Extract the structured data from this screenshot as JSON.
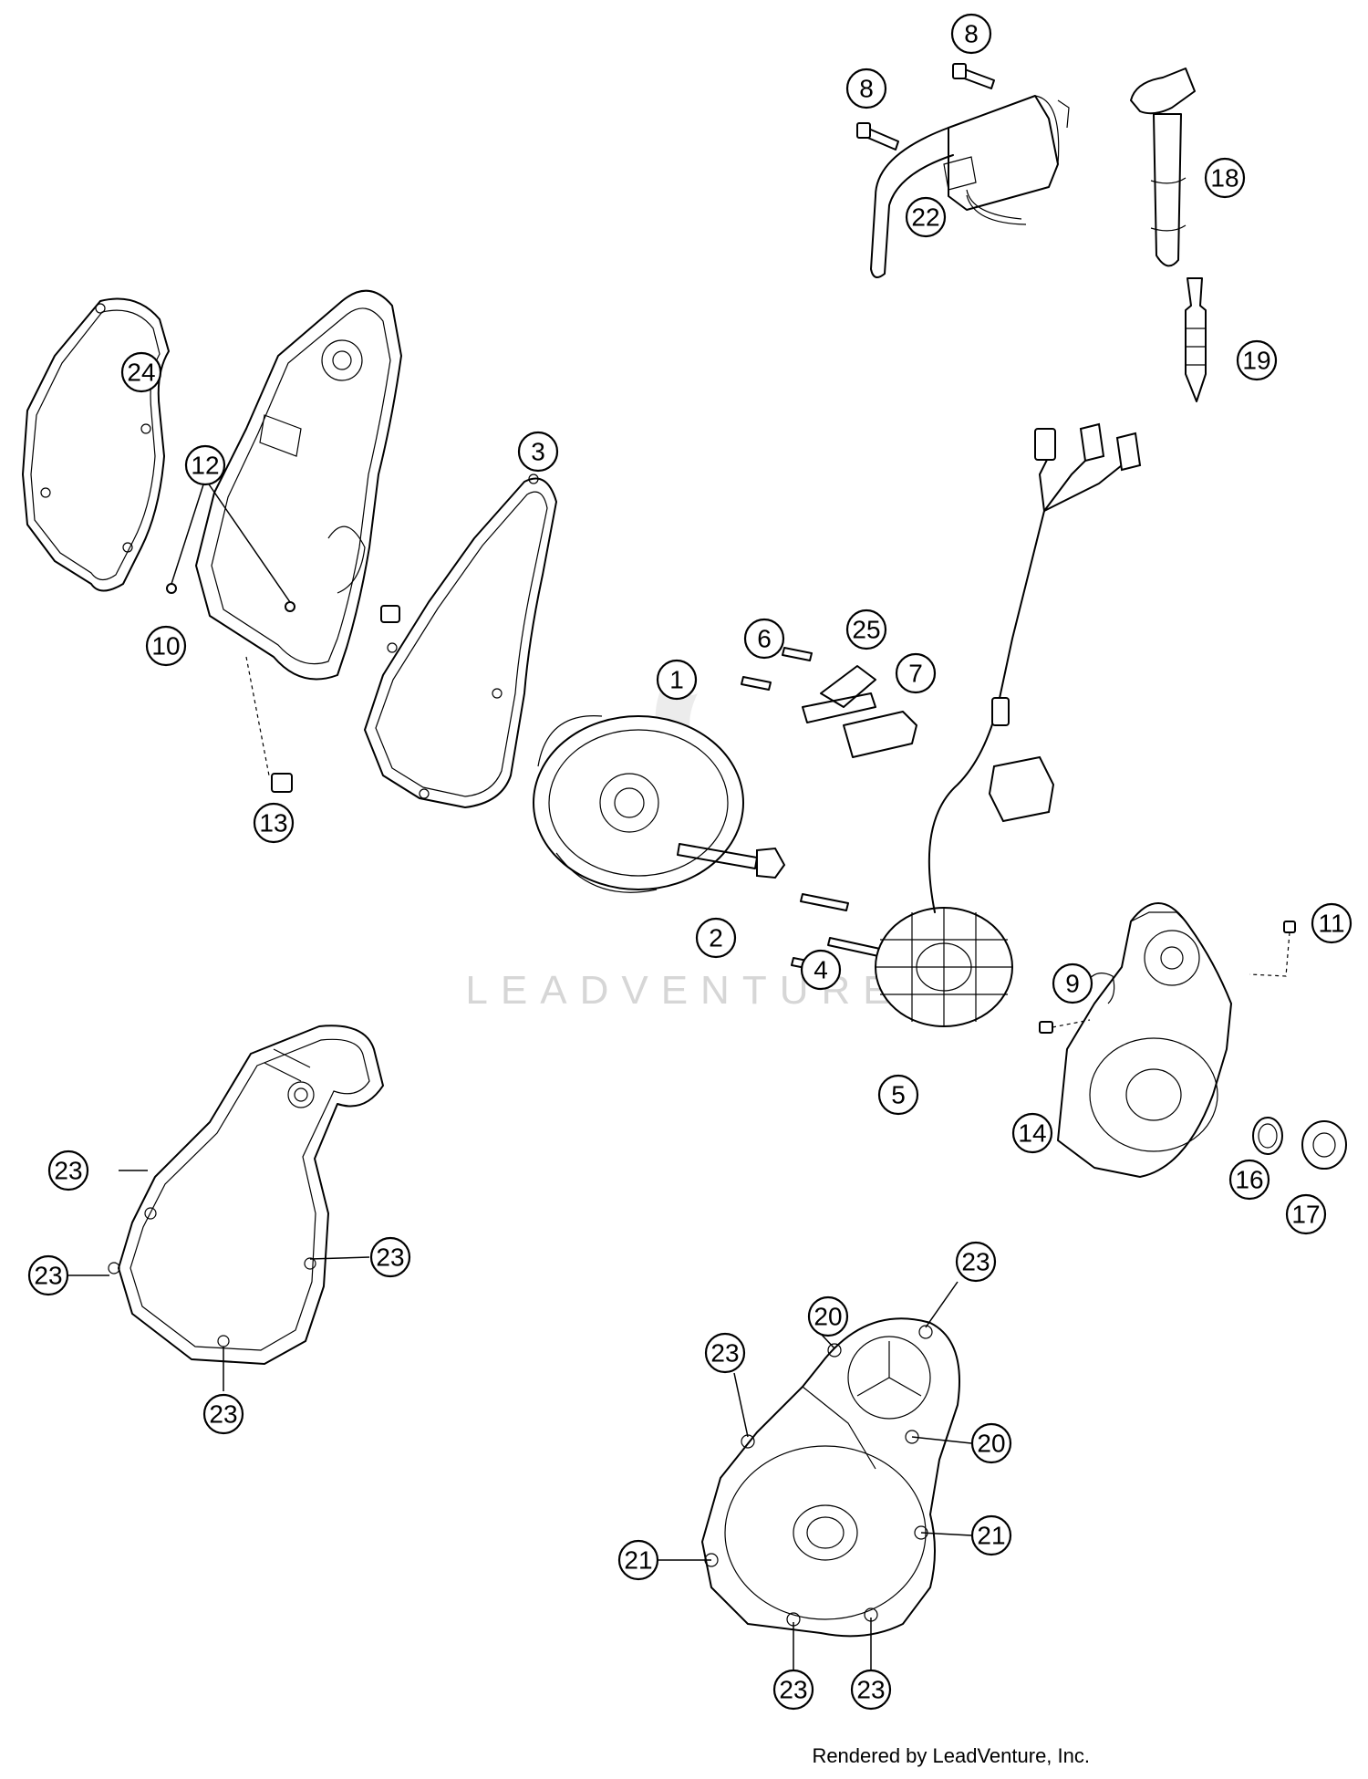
{
  "diagram": {
    "watermark": "LEADVENTURE",
    "credit": "Rendered by LeadVenture, Inc.",
    "callouts": [
      "1",
      "2",
      "3",
      "4",
      "5",
      "6",
      "7",
      "8",
      "8",
      "9",
      "10",
      "11",
      "12",
      "13",
      "14",
      "16",
      "17",
      "18",
      "19",
      "20",
      "20",
      "21",
      "21",
      "22",
      "23",
      "23",
      "23",
      "23",
      "23",
      "23",
      "23",
      "23",
      "24",
      "25"
    ]
  },
  "colors": {
    "line": "#000000",
    "background": "#ffffff",
    "watermark": "#d6d6d6"
  }
}
